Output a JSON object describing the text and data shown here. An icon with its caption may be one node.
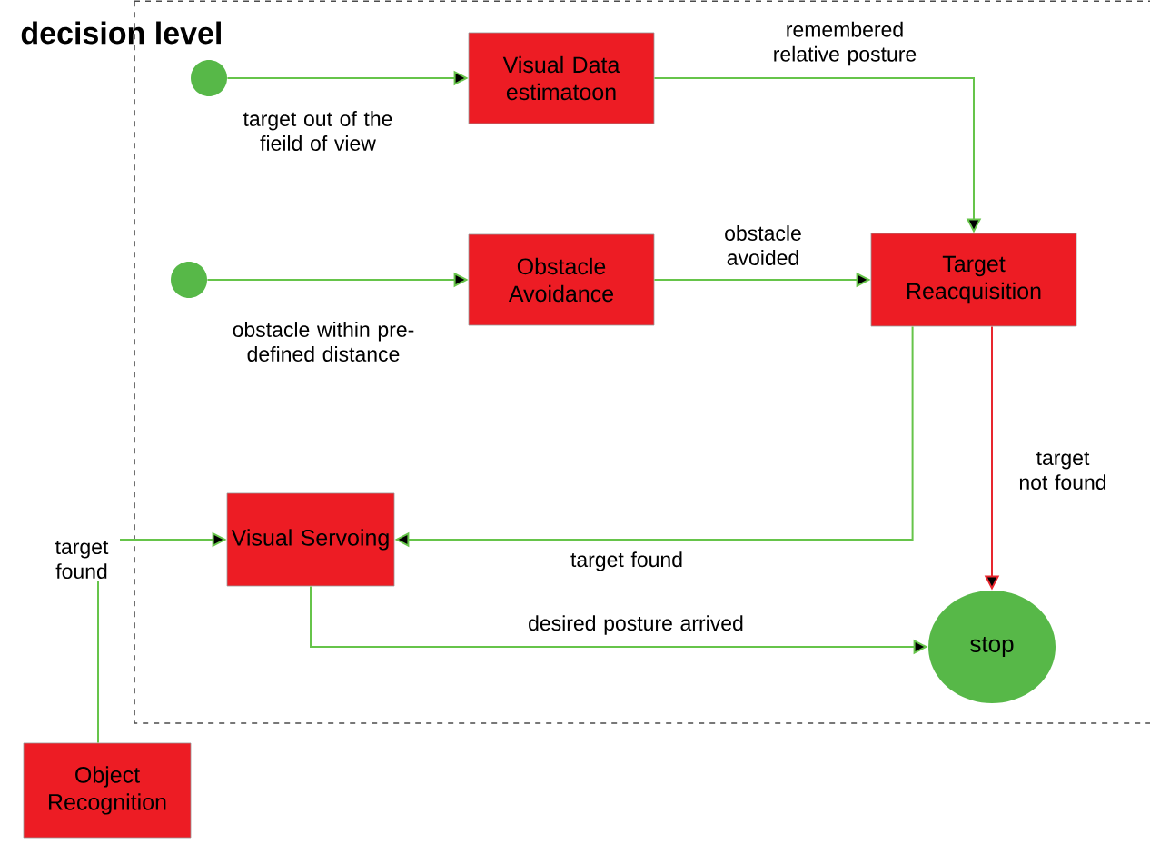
{
  "diagram": {
    "nodes": [
      {
        "text": [
          "decision level"
        ]
      },
      {
        "text": [],
        "shape": "circle",
        "in": 0
      },
      {
        "text": [
          "Visual Data estimatoon"
        ],
        "in": 0
      },
      {
        "text": [],
        "shape": "circle",
        "in": 0
      },
      {
        "text": [
          "Obstacle Avoidance"
        ],
        "in": 0
      },
      {
        "text": [
          "Target Reacquisition"
        ],
        "in": 0
      },
      {
        "text": [
          "Visual Servoing"
        ],
        "in": 0
      },
      {
        "text": [
          "stop"
        ],
        "in": 0
      },
      {
        "text": [
          "Object Recognition"
        ]
      }
    ],
    "edges": [
      {
        "from": 1,
        "to": 2,
        "arrow": "to",
        "label": "target out of the fieild of view"
      },
      {
        "from": 3,
        "to": 4,
        "arrow": "to",
        "label": "obstacle within pre-defined distance"
      },
      {
        "from": 2,
        "to": 5,
        "arrow": "to",
        "label": "remembered relative posture"
      },
      {
        "from": 4,
        "to": 5,
        "arrow": "to",
        "label": "obstacle avoided"
      },
      {
        "from": 5,
        "to": 6,
        "arrow": "to",
        "label": "target found"
      },
      {
        "from": 5,
        "to": 7,
        "arrow": "to",
        "label": "target not found",
        "color": "#e8262e"
      },
      {
        "from": 6,
        "to": 7,
        "arrow": "to",
        "label": "desired posture arrived"
      },
      {
        "from": 8,
        "to": 6,
        "arrow": "to",
        "label": "target found"
      }
    ]
  }
}
